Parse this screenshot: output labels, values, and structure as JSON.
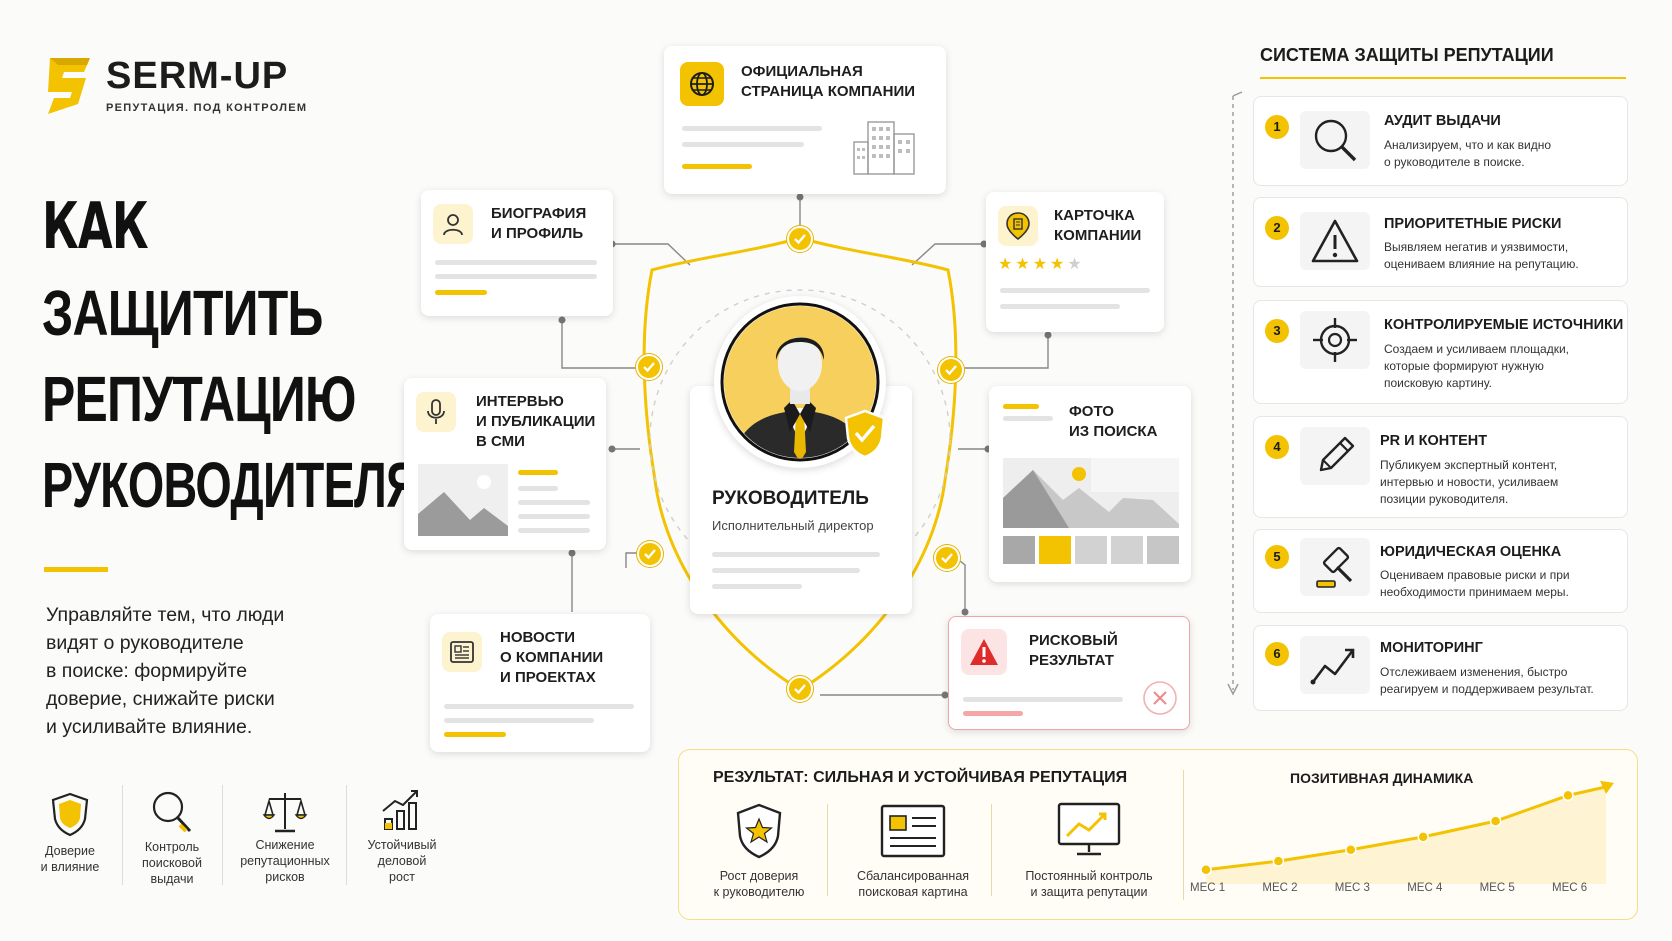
{
  "brand": {
    "name": "SERM-UP",
    "tagline": "РЕПУТАЦИЯ. ПОД КОНТРОЛЕМ",
    "logo_letter": "S",
    "accent_color": "#f3c200"
  },
  "hero": {
    "title_lines": [
      "КАК",
      "ЗАЩИТИТЬ",
      "РЕПУТАЦИЮ",
      "РУКОВОДИТЕЛЯ"
    ],
    "subtitle_lines": [
      "Управляйте тем, что люди",
      "видят о руководителе",
      "в поиске: формируйте",
      "доверие, снижайте риски",
      "и усиливайте влияние."
    ]
  },
  "features": [
    {
      "icon": "shield-icon",
      "lines": [
        "Доверие",
        "и влияние"
      ]
    },
    {
      "icon": "magnifier-icon",
      "lines": [
        "Контроль",
        "поисковой",
        "выдачи"
      ]
    },
    {
      "icon": "scales-icon",
      "lines": [
        "Снижение",
        "репутационных",
        "рисков"
      ]
    },
    {
      "icon": "growth-chart-icon",
      "lines": [
        "Устойчивый",
        "деловой",
        "рост"
      ]
    }
  ],
  "center": {
    "title": "РУКОВОДИТЕЛЬ",
    "subtitle": "Исполнительный директор",
    "avatar_icon": "businessman-icon",
    "badge_icon": "shield-check-icon"
  },
  "sources": {
    "official": {
      "lines": [
        "ОФИЦИАЛЬНАЯ",
        "СТРАНИЦА КОМПАНИИ"
      ],
      "icon": "globe-icon"
    },
    "bio": {
      "lines": [
        "БИОГРАФИЯ",
        "И ПРОФИЛЬ"
      ],
      "icon": "user-icon"
    },
    "company_card": {
      "lines": [
        "КАРТОЧКА",
        "КОМПАНИИ"
      ],
      "icon": "map-pin-icon",
      "rating": 4,
      "rating_max": 5
    },
    "interview": {
      "lines": [
        "ИНТЕРВЬЮ",
        "И ПУБЛИКАЦИИ",
        "В СМИ"
      ],
      "icon": "microphone-icon"
    },
    "photo": {
      "lines": [
        "ФОТО",
        "ИЗ ПОИСКА"
      ],
      "icon": "image-icon"
    },
    "news": {
      "lines": [
        "НОВОСТИ",
        "О КОМПАНИИ",
        "И ПРОЕКТАХ"
      ],
      "icon": "newspaper-icon"
    },
    "risk": {
      "lines": [
        "РИСКОВЫЙ",
        "РЕЗУЛЬТАТ"
      ],
      "icon": "warning-icon",
      "close_icon": "close-circle-icon"
    }
  },
  "system": {
    "title": "СИСТЕМА ЗАЩИТЫ РЕПУТАЦИИ",
    "steps": [
      {
        "num": "1",
        "title": "АУДИТ ВЫДАЧИ",
        "desc_lines": [
          "Анализируем, что и как видно",
          "о руководителе в поиске."
        ],
        "icon": "search-icon"
      },
      {
        "num": "2",
        "title": "ПРИОРИТЕТНЫЕ РИСКИ",
        "desc_lines": [
          "Выявляем негатив и уязвимости,",
          "оцениваем влияние на репутацию."
        ],
        "icon": "warning-triangle-icon"
      },
      {
        "num": "3",
        "title": "КОНТРОЛИРУЕМЫЕ ИСТОЧНИКИ",
        "desc_lines": [
          "Создаем и усиливаем площадки,",
          "которые формируют нужную",
          "поисковую картину."
        ],
        "icon": "target-icon"
      },
      {
        "num": "4",
        "title": "PR И КОНТЕНТ",
        "desc_lines": [
          "Публикуем экспертный контент,",
          "интервью и новости, усиливаем",
          "позиции руководителя."
        ],
        "icon": "pencil-icon"
      },
      {
        "num": "5",
        "title": "ЮРИДИЧЕСКАЯ ОЦЕНКА",
        "desc_lines": [
          "Оцениваем правовые риски и при",
          "необходимости принимаем меры."
        ],
        "icon": "gavel-icon"
      },
      {
        "num": "6",
        "title": "МОНИТОРИНГ",
        "desc_lines": [
          "Отслеживаем изменения, быстро",
          "реагируем и поддерживаем результат."
        ],
        "icon": "trend-icon"
      }
    ]
  },
  "result": {
    "title": "РЕЗУЛЬТАТ: СИЛЬНАЯ И УСТОЙЧИВАЯ РЕПУТАЦИЯ",
    "items": [
      {
        "icon": "shield-star-icon",
        "lines": [
          "Рост доверия",
          "к руководителю"
        ]
      },
      {
        "icon": "search-page-icon",
        "lines": [
          "Сбалансированная",
          "поисковая картина"
        ]
      },
      {
        "icon": "monitor-trend-icon",
        "lines": [
          "Постоянный контроль",
          "и защита репутации"
        ]
      }
    ]
  },
  "dynamics": {
    "title": "ПОЗИТИВНАЯ ДИНАМИКА"
  },
  "chart_data": {
    "type": "line",
    "title": "ПОЗИТИВНАЯ ДИНАМИКА",
    "categories": [
      "МЕС 1",
      "МЕС 2",
      "МЕС 3",
      "МЕС 4",
      "МЕС 5",
      "МЕС 6"
    ],
    "values": [
      1,
      1.6,
      2.4,
      3.3,
      4.4,
      6.2
    ],
    "ylim": [
      0,
      7
    ],
    "grid": false,
    "y_axis_shown": false,
    "line_color": "#f3c200"
  }
}
